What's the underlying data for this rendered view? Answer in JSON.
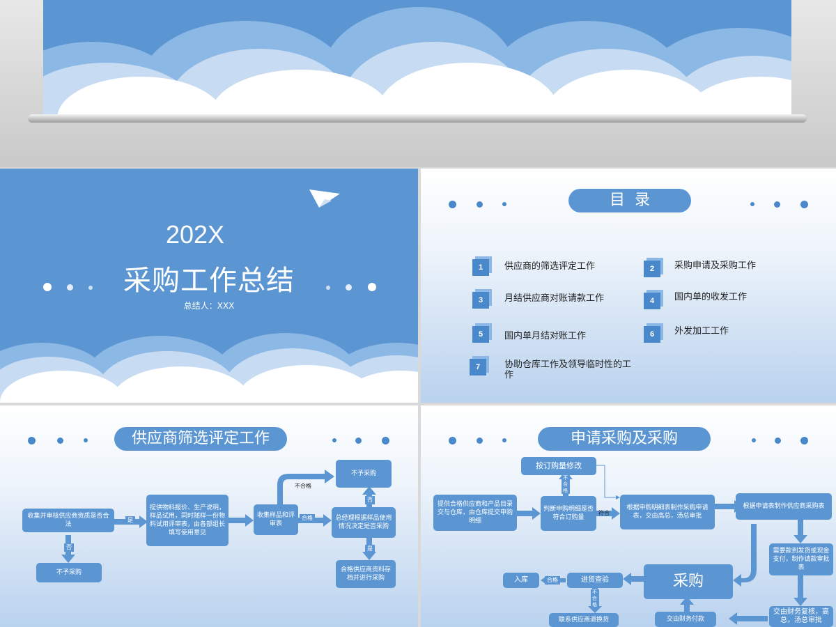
{
  "slide1": {
    "year": "202X",
    "title": "采购工作总结",
    "author": "总结人：XXX"
  },
  "slide2": {
    "title": "目  录",
    "items": [
      {
        "num": "1",
        "text": "供应商的筛选评定工作"
      },
      {
        "num": "2",
        "text": "采购申请及采购工作"
      },
      {
        "num": "3",
        "text": "月结供应商对账请款工作"
      },
      {
        "num": "4",
        "text": "国内单的收发工作"
      },
      {
        "num": "5",
        "text": "国内单月结对账工作"
      },
      {
        "num": "6",
        "text": "外发加工工作"
      },
      {
        "num": "7",
        "text": "协助仓库工作及领导临时性的工作"
      }
    ]
  },
  "slide3": {
    "title": "供应商筛选评定工作",
    "boxes": {
      "collect": "收集并审核供应商资质是否合法",
      "reject1": "不予采购",
      "sample": "提供物料报价、生产说明，样品试用，同时随样一份物料试用评审表，由各部组长填写使用意见",
      "gather": "收集样品和评审表",
      "reject2": "不予采购",
      "decide": "总经理根据样品使用情况决定是否采购",
      "archive": "合格供应商资料存档并进行采购"
    },
    "labels": {
      "yes1": "是",
      "no1": "否",
      "unqualified": "不合格",
      "qualified": "合格",
      "no2": "否",
      "yes2": "是"
    }
  },
  "slide4": {
    "title": "申请采购及采购",
    "boxes": {
      "modify": "按订购量修改",
      "provide": "提供合格供应商和产品目录交与仓库，由仓库提交申购明细",
      "judge": "判断申购明细是否符合订购量",
      "apply": "根据申购明细表制作采购申请表，交由高总，汤总审批",
      "make": "根据申请表制作供应商采购表",
      "pay": "需要款到发货或现金支付，制作请款审批表",
      "purchase": "采购",
      "inspect": "进货查验",
      "instock": "入库",
      "contact": "联系供应商退换货",
      "finance": "交由财务付款",
      "review": "交由财务复核，高总，汤总审批"
    },
    "labels": {
      "unmatched": "不合格",
      "matched": "符合",
      "qualified": "合格",
      "unqualified": "不合格"
    }
  },
  "colors": {
    "accent": "#5b96d3",
    "accent_dark": "#4a88cc",
    "light": "#eef4fb"
  },
  "icons": [
    "paper-plane-icon",
    "cube-icon",
    "arrow-icon",
    "cloud-icon"
  ]
}
